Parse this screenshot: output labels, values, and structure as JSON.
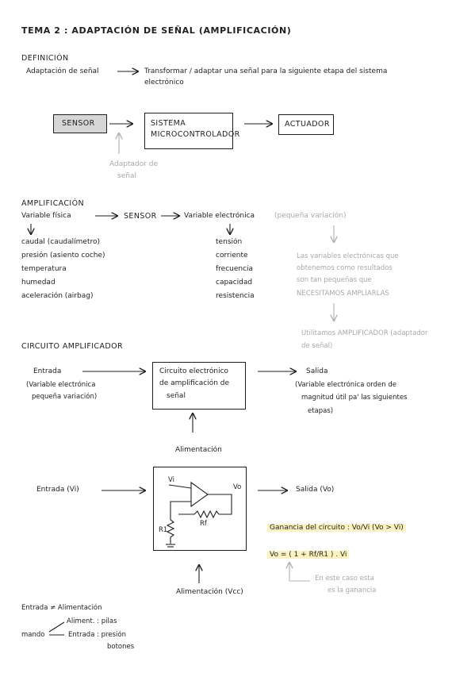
{
  "title": "TEMA 2 : ADAPTACIÓN DE SEÑAL (AMPLIFICACIÓN)",
  "definicion": {
    "heading": "DEFINICIÓN",
    "term": "Adaptación de señal",
    "text_line1": "Transformar / adaptar una señal para la siguiente etapa del sistema",
    "text_line2": "electrónico"
  },
  "block_diagram": {
    "sensor": "SENSOR",
    "micro_line1": "SISTEMA",
    "micro_line2": "MICROCONTROLADOR",
    "actuador": "ACTUADOR",
    "adaptador_line1": "Adaptador de",
    "adaptador_line2": "señal"
  },
  "amplificacion": {
    "heading": "AMPLIFICACIÓN",
    "variable_fisica": "Variable física",
    "sensor": "SENSOR",
    "variable_electronica": "Variable electrónica",
    "pequena_variacion": "(pequeña variación)",
    "physical_list": [
      "caudal (caudalímetro)",
      "presión (asiento coche)",
      "temperatura",
      "humedad",
      "aceleración (airbag)"
    ],
    "electronic_list": [
      "tensión",
      "corriente",
      "frecuencia",
      "capacidad",
      "resistencia"
    ],
    "note_lines": [
      "Las variables electrónicas que",
      "obtenemos como resultados",
      "son tan pequeñas que",
      "NECESITAMOS AMPLIARLAS"
    ],
    "utilitamos_line1": "Utilitamos AMPLIFICADOR (adaptador",
    "utilitamos_line2": "de señal)"
  },
  "circuito": {
    "heading": "CIRCUITO AMPLIFICADOR",
    "entrada": "Entrada",
    "entrada_desc1": "(Variable electrónica",
    "entrada_desc2": "pequeña variación)",
    "box_line1": "Circuito electrónico",
    "box_line2": "de amplificación de",
    "box_line3": "señal",
    "salida": "Salida",
    "salida_desc1": "(Variable electrónica orden de",
    "salida_desc2": "magnitud útil pa' las siguientes",
    "salida_desc3": "etapas)",
    "alimentacion": "Alimentación"
  },
  "opamp": {
    "entrada": "Entrada (Vi)",
    "salida": "Salida (Vo)",
    "vi": "Vi",
    "vo": "Vo",
    "rf": "Rf",
    "r1": "R1",
    "ganancia": "Ganancia del circuito : Vo/Vi (Vo > Vi)",
    "formula": "Vo = ( 1 + Rf/R1 ) . Vi",
    "note_line1": "En este caso esta",
    "note_line2": "es la ganancia",
    "alimentacion": "Alimentación (Vcc)"
  },
  "footer": {
    "entrada_ne": "Entrada ≠ Alimentación",
    "aliment": "Aliment. : pilas",
    "mando": "mando",
    "entrada": "Entrada : presión",
    "botones": "botones"
  }
}
